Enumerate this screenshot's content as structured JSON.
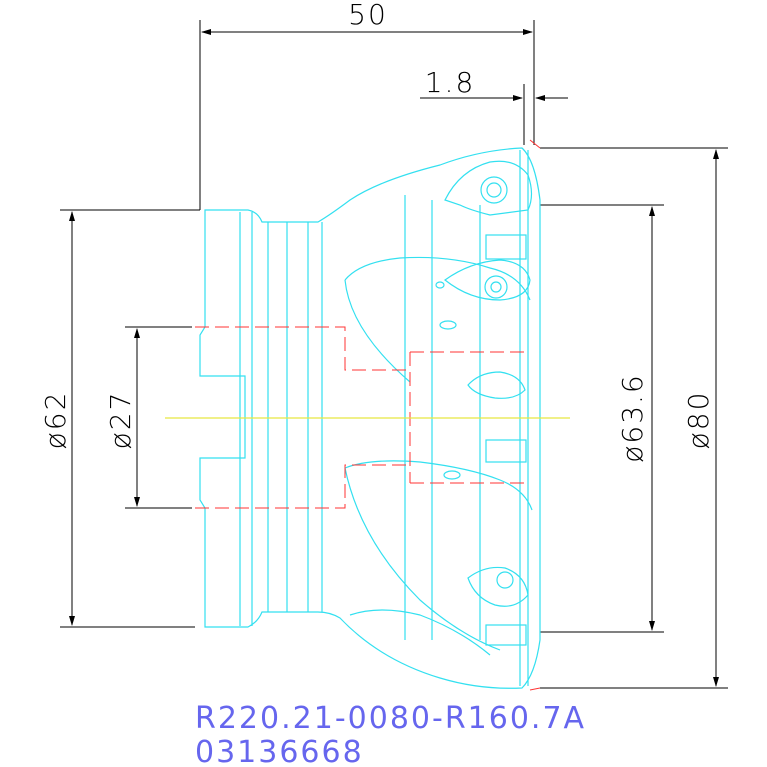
{
  "dimensions": {
    "length": "50",
    "offset": "1.8",
    "shank_diameter": "ø62",
    "bore_diameter": "ø27",
    "pitch_diameter": "ø63.6",
    "cutting_diameter": "ø80"
  },
  "labels": {
    "part_number": "R220.21-0080-R160.7A",
    "order_code": "03136668"
  },
  "colors": {
    "part_outline": "#33e0f0",
    "hidden_lines": "#ff3333",
    "centerline": "#e8e840",
    "dimensions": "#000000",
    "part_code": "#6666ee"
  }
}
